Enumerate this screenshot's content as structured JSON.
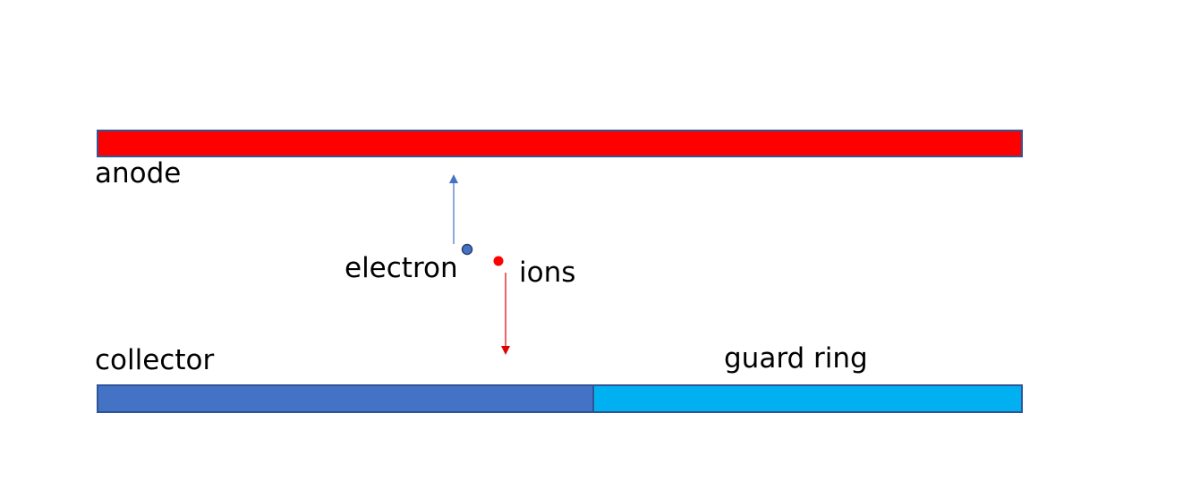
{
  "labels": {
    "anode": "anode",
    "electron": "electron",
    "ions": "ions",
    "collector": "collector",
    "guard_ring": "guard ring"
  },
  "colors": {
    "anode_fill": "#ff0000",
    "anode_stroke": "#2f5597",
    "collector_fill": "#4472c4",
    "guard_ring_fill": "#00b0f0",
    "plate_stroke": "#2f5597",
    "electron_fill": "#4472c4",
    "electron_stroke": "#2f3f6f",
    "electron_arrow": "#4472c4",
    "ion_fill": "#ff0000",
    "ion_arrow": "#e00000",
    "text": "#000000"
  }
}
